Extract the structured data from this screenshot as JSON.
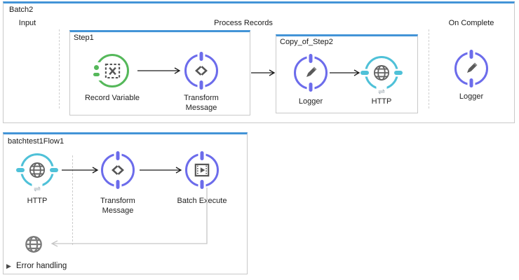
{
  "colors": {
    "flow_top_bar_blue": "#4394D7",
    "container_border": "#C9C9C9",
    "node_purple": "#6C6CEB",
    "node_green": "#55B85A",
    "node_cyan": "#4FC1D8",
    "icon_gray": "#555555",
    "label_text": "#1A1A1A",
    "error_connector_gray": "#C6C6C6",
    "disabled_globe_gray": "#7A7A7A"
  },
  "icons": {
    "pencil": "pencil-icon",
    "globe": "globe-icon",
    "dataweave": "dataweave-chevrons-icon",
    "variable": "variable-x-icon",
    "batch_execute": "filmstrip-play-icon",
    "exchange": "⇌",
    "collapse_arrow": "▶"
  },
  "batch2": {
    "title": "Batch2",
    "sections": {
      "input": "Input",
      "process_records": "Process Records",
      "on_complete": "On Complete"
    },
    "step1": {
      "title": "Step1",
      "nodes": {
        "record_variable": "Record Variable",
        "transform": "Transform Message"
      }
    },
    "copy_of_step2": {
      "title": "Copy_of_Step2",
      "nodes": {
        "logger": "Logger",
        "http": "HTTP"
      }
    },
    "on_complete": {
      "logger": "Logger"
    }
  },
  "flow1": {
    "title": "batchtest1Flow1",
    "nodes": {
      "http": "HTTP",
      "transform": "Transform Message",
      "batch_execute": "Batch Execute"
    },
    "error_handling": "Error handling"
  }
}
